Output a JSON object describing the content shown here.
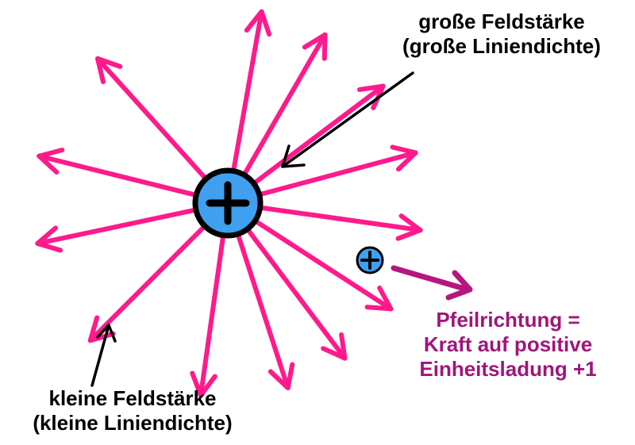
{
  "colors": {
    "field_line": "#ff1a8c",
    "charge_fill": "#3fa0f0",
    "charge_outline": "#000000",
    "pointer": "#000000",
    "force_arrow": "#b5167f",
    "direction_text": "#a0157a"
  },
  "icons": {
    "source_charge": "plus-sign-icon",
    "test_charge": "plus-sign-icon"
  },
  "field": {
    "line_count": 13,
    "directions_deg": [
      -80,
      -60,
      -37,
      -15,
      8,
      33,
      53,
      72,
      98,
      135,
      168,
      -166,
      -132
    ]
  },
  "labels": {
    "strong_field": {
      "line1": "große Feldstärke",
      "line2": "(große Liniendichte)"
    },
    "weak_field": {
      "line1": "kleine Feldstärke",
      "line2": "(kleine Liniendichte)"
    },
    "arrow_direction": {
      "line1": "Pfeilrichtung =",
      "line2": "Kraft auf positive",
      "line3": "Einheitsladung +1"
    }
  }
}
